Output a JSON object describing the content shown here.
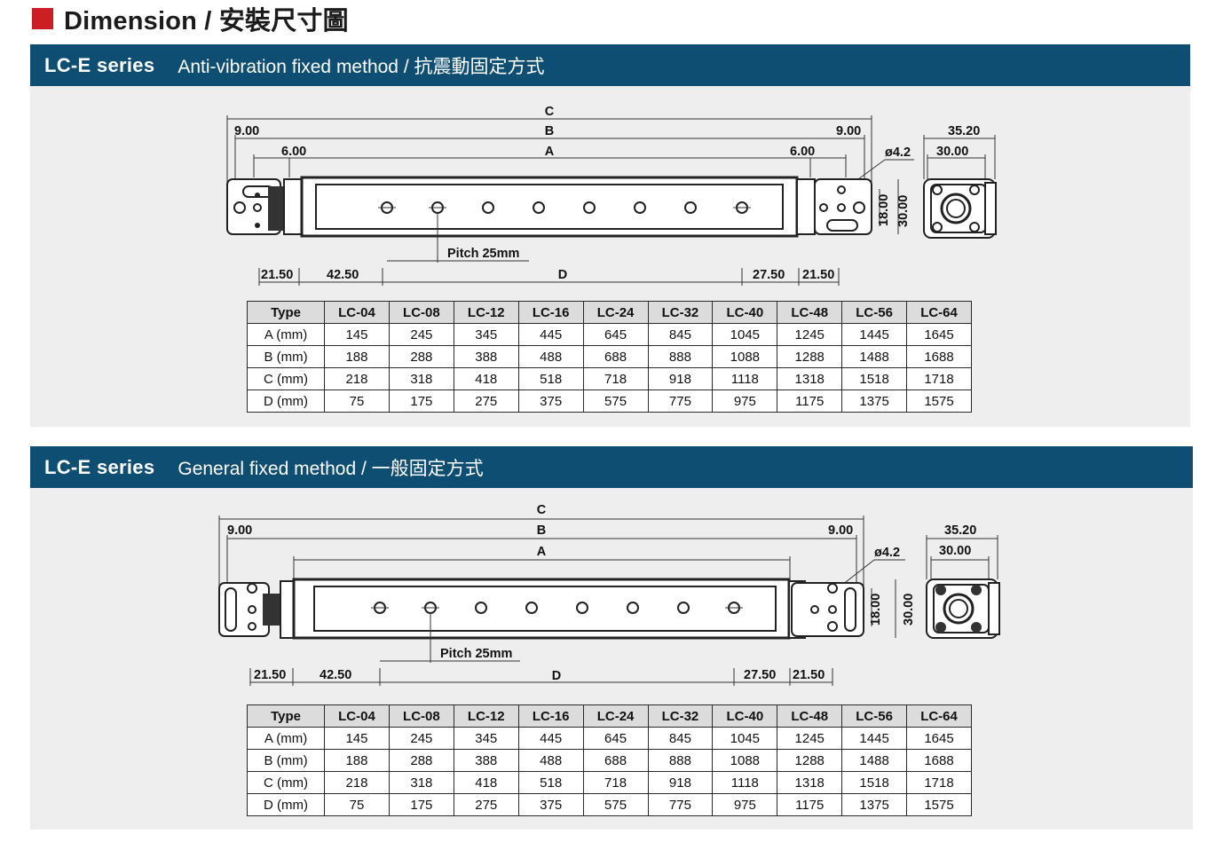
{
  "page": {
    "title": "Dimension / 安裝尺寸圖",
    "colors": {
      "accent": "#cc1f24",
      "header_bg": "#0e4e72",
      "section_bg": "#eeeeee"
    }
  },
  "sections": [
    {
      "series": "LC-E series",
      "method": "Anti-vibration fixed method / 抗震動固定方式",
      "dims": {
        "c": "C",
        "b": "B",
        "a": "A",
        "d": "D",
        "left_9": "9.00",
        "right_9": "9.00",
        "left_6": "6.00",
        "right_6": "6.00",
        "hole": "ø4.2",
        "h18": "18.00",
        "h30": "30.00",
        "w35": "35.20",
        "w30": "30.00",
        "pitch": "Pitch 25mm",
        "b21_left": "21.50",
        "b42": "42.50",
        "b27": "27.50",
        "b21_right": "21.50"
      },
      "table": {
        "headers": [
          "Type",
          "LC-04",
          "LC-08",
          "LC-12",
          "LC-16",
          "LC-24",
          "LC-32",
          "LC-40",
          "LC-48",
          "LC-56",
          "LC-64"
        ],
        "rows": [
          [
            "A (mm)",
            "145",
            "245",
            "345",
            "445",
            "645",
            "845",
            "1045",
            "1245",
            "1445",
            "1645"
          ],
          [
            "B (mm)",
            "188",
            "288",
            "388",
            "488",
            "688",
            "888",
            "1088",
            "1288",
            "1488",
            "1688"
          ],
          [
            "C (mm)",
            "218",
            "318",
            "418",
            "518",
            "718",
            "918",
            "1118",
            "1318",
            "1518",
            "1718"
          ],
          [
            "D (mm)",
            "75",
            "175",
            "275",
            "375",
            "575",
            "775",
            "975",
            "1175",
            "1375",
            "1575"
          ]
        ]
      }
    },
    {
      "series": "LC-E series",
      "method": "General fixed method / 一般固定方式",
      "dims": {
        "c": "C",
        "b": "B",
        "a": "A",
        "d": "D",
        "left_9": "9.00",
        "right_9": "9.00",
        "hole": "ø4.2",
        "h18": "18.00",
        "h30": "30.00",
        "w35": "35.20",
        "w30": "30.00",
        "pitch": "Pitch 25mm",
        "b21_left": "21.50",
        "b42": "42.50",
        "b27": "27.50",
        "b21_right": "21.50"
      },
      "table": {
        "headers": [
          "Type",
          "LC-04",
          "LC-08",
          "LC-12",
          "LC-16",
          "LC-24",
          "LC-32",
          "LC-40",
          "LC-48",
          "LC-56",
          "LC-64"
        ],
        "rows": [
          [
            "A (mm)",
            "145",
            "245",
            "345",
            "445",
            "645",
            "845",
            "1045",
            "1245",
            "1445",
            "1645"
          ],
          [
            "B (mm)",
            "188",
            "288",
            "388",
            "488",
            "688",
            "888",
            "1088",
            "1288",
            "1488",
            "1688"
          ],
          [
            "C (mm)",
            "218",
            "318",
            "418",
            "518",
            "718",
            "918",
            "1118",
            "1318",
            "1518",
            "1718"
          ],
          [
            "D (mm)",
            "75",
            "175",
            "275",
            "375",
            "575",
            "775",
            "975",
            "1175",
            "1375",
            "1575"
          ]
        ]
      }
    }
  ]
}
